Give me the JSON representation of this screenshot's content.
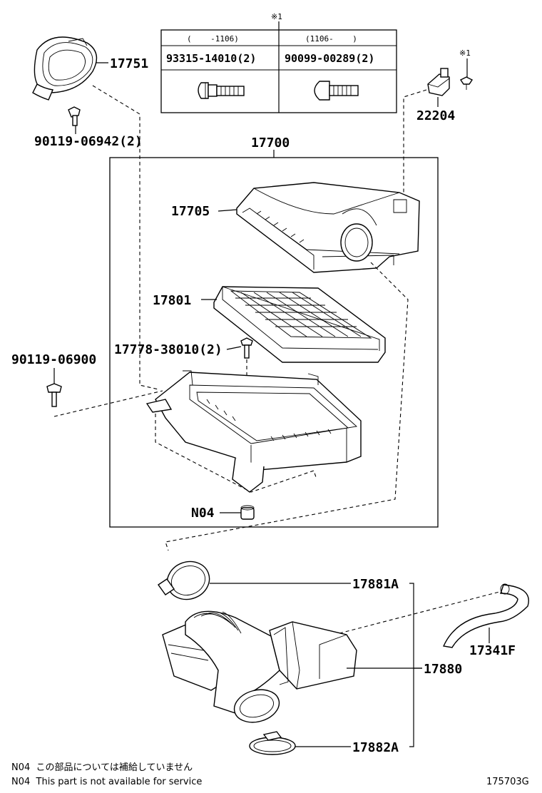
{
  "diagram": {
    "note_mark_top": "※1",
    "note_mark_right": "※1",
    "table": {
      "col1_header": "(    -1106)",
      "col2_header": "(1106-    )",
      "col1_part": "93315-14010(2)",
      "col2_part": "90099-00289(2)"
    },
    "labels": {
      "p17751": "17751",
      "p90119_06942": "90119-06942(2)",
      "p22204": "22204",
      "p17700": "17700",
      "p17705": "17705",
      "p17801": "17801",
      "p17778": "17778-38010(2)",
      "p90119_06900": "90119-06900",
      "pN04": "N04",
      "p17881A": "17881A",
      "p17341F": "17341F",
      "p17880": "17880",
      "p17882A": "17882A"
    },
    "footnote_jp": "N04  この部品については補給していません",
    "footnote_en": "N04  This part is not available for service",
    "figure_id": "175703G"
  }
}
